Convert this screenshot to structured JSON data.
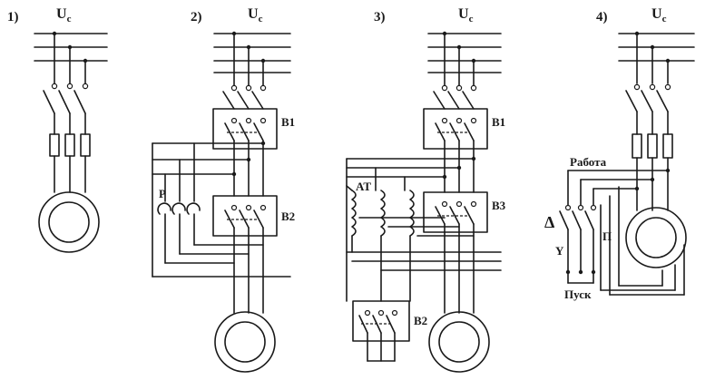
{
  "diagram_1": {
    "number": "1)",
    "supply": "U",
    "supply_sub": "c"
  },
  "diagram_2": {
    "number": "2)",
    "supply": "U",
    "supply_sub": "c",
    "breaker_1": "B1",
    "breaker_2": "B2",
    "reactor": "P"
  },
  "diagram_3": {
    "number": "3)",
    "supply": "U",
    "supply_sub": "c",
    "breaker_1": "B1",
    "breaker_2": "B2",
    "breaker_3": "B3",
    "autotransformer": "AT"
  },
  "diagram_4": {
    "number": "4)",
    "supply": "U",
    "supply_sub": "c",
    "run_label": "Работа",
    "start_label": "Пуск",
    "delta": "Δ",
    "star": "Y",
    "switch": "П"
  }
}
